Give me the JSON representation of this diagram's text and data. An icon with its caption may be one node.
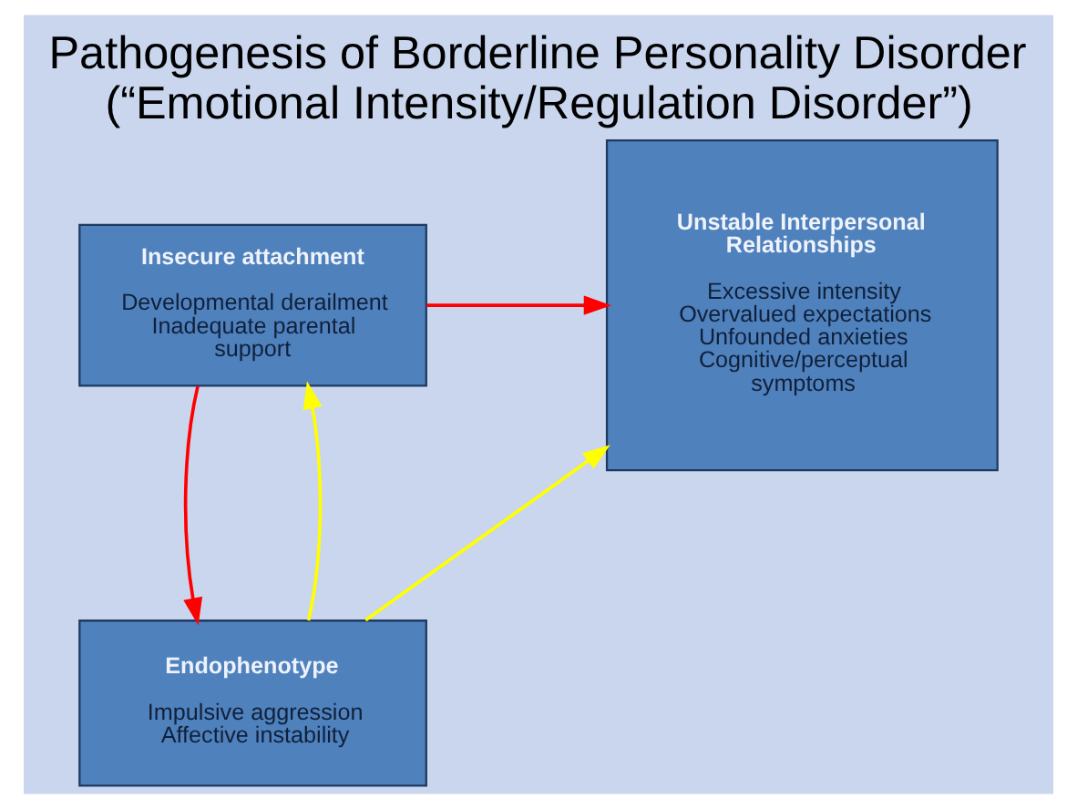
{
  "diagram": {
    "title": "Pathogenesis of Borderline Personality Disorder (“Emotional Intensity/Regulation Disorder”)",
    "nodes": [
      {
        "text": [
          "Insecure attachment",
          "Developmental derailment Inadequate parental support"
        ]
      },
      {
        "text": [
          "Endophenotype",
          "Impulsive aggression Affective instability"
        ]
      },
      {
        "text": [
          "Unstable Interpersonal Relationships",
          "Excessive intensity Overvalued expectations Unfounded anxieties Cognitive/perceptual symptoms"
        ]
      }
    ],
    "edges": [
      {
        "from": 0,
        "to": 2,
        "arrow": "to",
        "color": "#ff0000"
      },
      {
        "from": 0,
        "to": 1,
        "arrow": "to",
        "color": "#ff0000"
      },
      {
        "from": 1,
        "to": 0,
        "arrow": "to",
        "color": "#ffff00"
      },
      {
        "from": 1,
        "to": 2,
        "arrow": "to",
        "color": "#ffff00"
      }
    ]
  }
}
